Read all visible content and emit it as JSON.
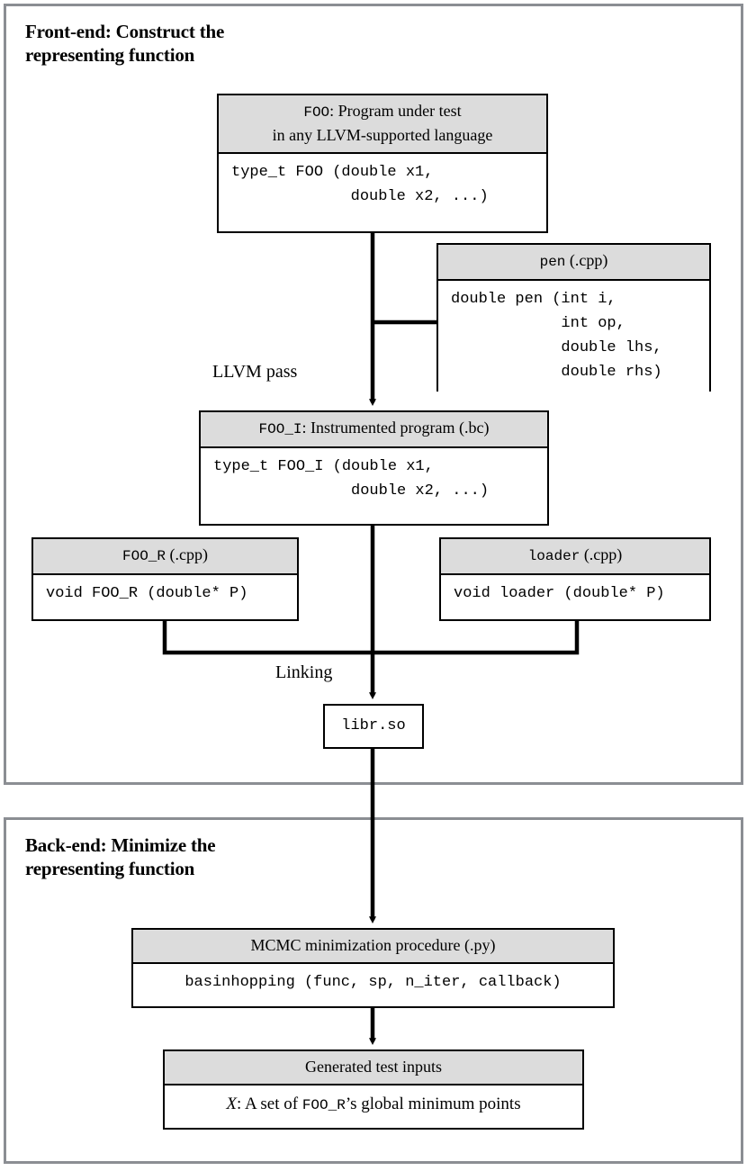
{
  "diagram": {
    "title_implicit": "Two-phase test generation workflow",
    "panels": [
      {
        "id": "frontend",
        "title": "Front-end: Construct the\nrepresenting function"
      },
      {
        "id": "backend",
        "title": "Back-end: Minimize the\nrepresenting function"
      }
    ],
    "nodes": {
      "foo": {
        "header": "FOO: Program under test\nin any LLVM-supported language",
        "header_mono_prefix": "FOO",
        "header_rest_line1": ": Program under test",
        "header_line2": "in any LLVM-supported language",
        "body": "type_t FOO (double x1,\n             double x2, ...)"
      },
      "pen": {
        "header_mono_prefix": "pen",
        "header_rest": " (.cpp)",
        "body": "double pen (int i,\n            int op,\n            double lhs,\n            double rhs)"
      },
      "foo_i": {
        "header_mono_prefix": "FOO_I",
        "header_rest": ": Instrumented program (.bc)",
        "body": "type_t FOO_I (double x1,\n               double x2, ...)"
      },
      "foo_r": {
        "header_mono_prefix": "FOO_R",
        "header_rest": " (.cpp)",
        "body": "void FOO_R (double* P)"
      },
      "loader": {
        "header_mono_prefix": "loader",
        "header_rest": " (.cpp)",
        "body": "void loader (double* P)"
      },
      "libr": {
        "body": "libr.so"
      },
      "mcmc": {
        "header": "MCMC minimization procedure (.py)",
        "body": "basinhopping (func, sp, n_iter, callback)"
      },
      "generated": {
        "header": "Generated test inputs",
        "body_prefix_italic": "X",
        "body_mid": ": A set of ",
        "body_mono": "FOO_R",
        "body_suffix": "’s global minimum points"
      }
    },
    "edge_labels": {
      "llvm_pass": "LLVM pass",
      "linking": "Linking"
    },
    "colors": {
      "panel_border": "#8b8e93",
      "node_border": "#000000",
      "node_header_fill": "#dcdcdc",
      "node_body_fill": "#ffffff",
      "wire": "#000000",
      "text": "#000000"
    }
  }
}
